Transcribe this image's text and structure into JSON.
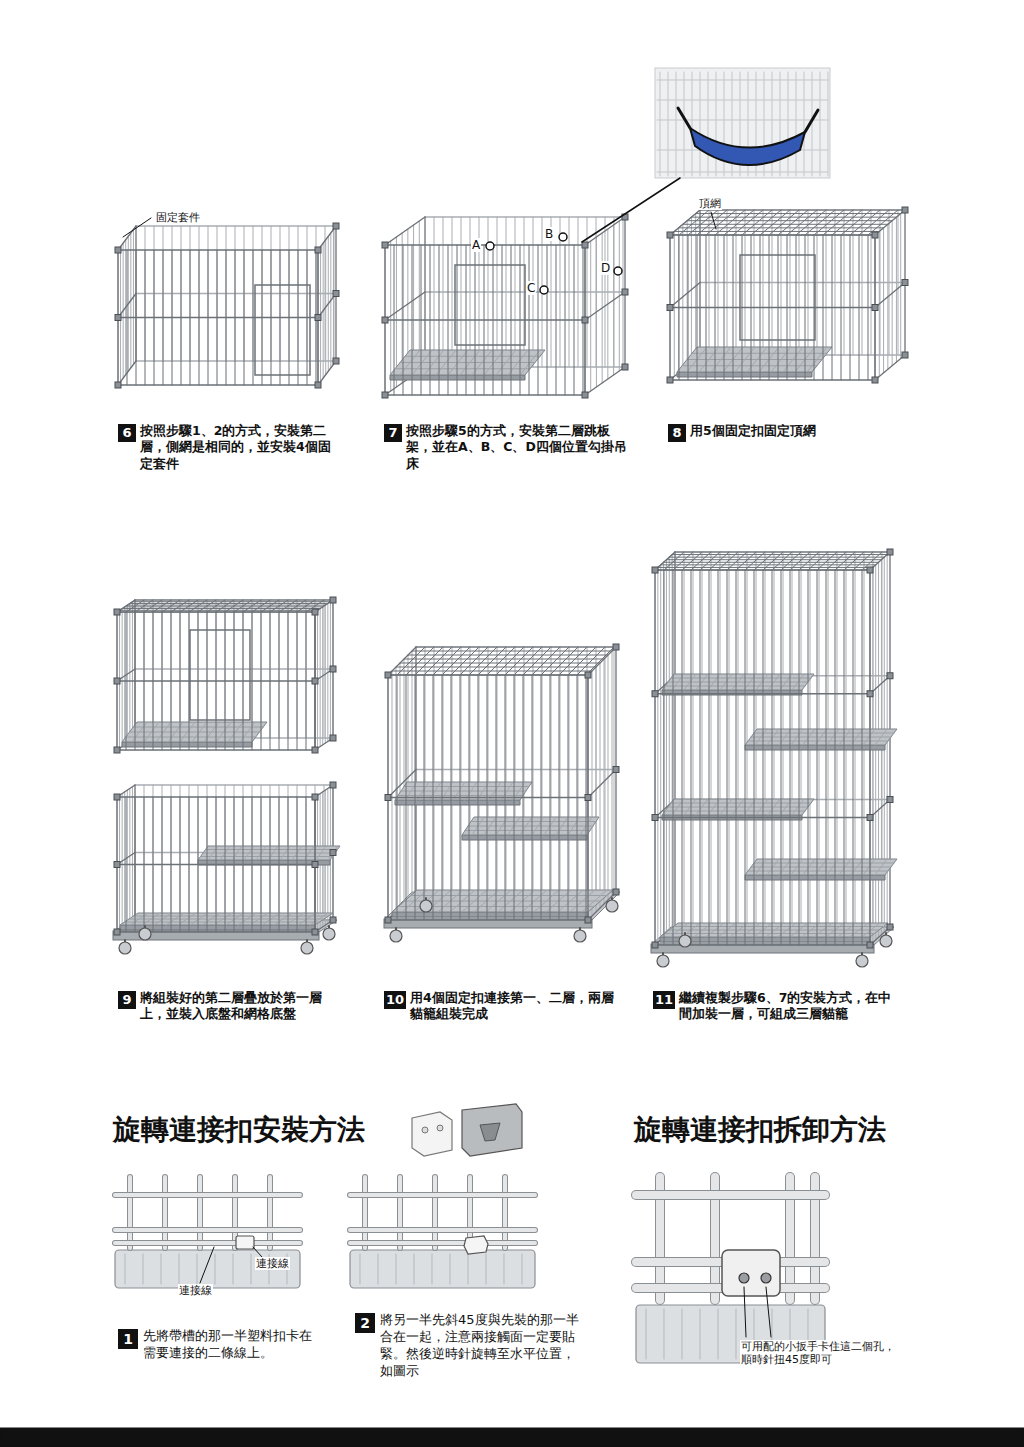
{
  "diagram": {
    "nodes": [
      {
        "text": [
          "6",
          "按照步驟1、2的方式，安裝第二層，側網是相同的，並安裝4個固定套件"
        ]
      },
      {
        "text": [
          "7",
          "按照步驟5的方式，安裝第二層跳板架，並在A、B、C、D四個位置勾掛吊床"
        ]
      },
      {
        "text": [
          "8",
          "用5個固定扣固定頂網"
        ]
      },
      {
        "text": [
          "9",
          "將組裝好的第二層疊放於第一層上，並裝入底盤和網格底盤"
        ]
      },
      {
        "text": [
          "10",
          "用4個固定扣連接第一、二層，兩層貓籠組裝完成"
        ]
      },
      {
        "text": [
          "11",
          "繼續複製步驟6、7的安裝方式，在中間加裝一層，可組成三層貓籠"
        ]
      },
      {
        "text": [
          "1",
          "先將帶槽的那一半塑料扣卡在需要連接的二條線上。"
        ]
      },
      {
        "text": [
          "2",
          "將另一半先斜45度與先裝的那一半合在一起，注意兩接觸面一定要貼緊。然後逆時針旋轉至水平位置，如圖示"
        ]
      }
    ],
    "labels": [
      "固定套件",
      "A",
      "B",
      "C",
      "D",
      "頂網",
      "旋轉連接扣安裝方法",
      "連接線",
      "連接線",
      "旋轉連接扣拆卸方法",
      "可用配的小扳手卡住這二個孔，順時針扭45度即可"
    ]
  }
}
